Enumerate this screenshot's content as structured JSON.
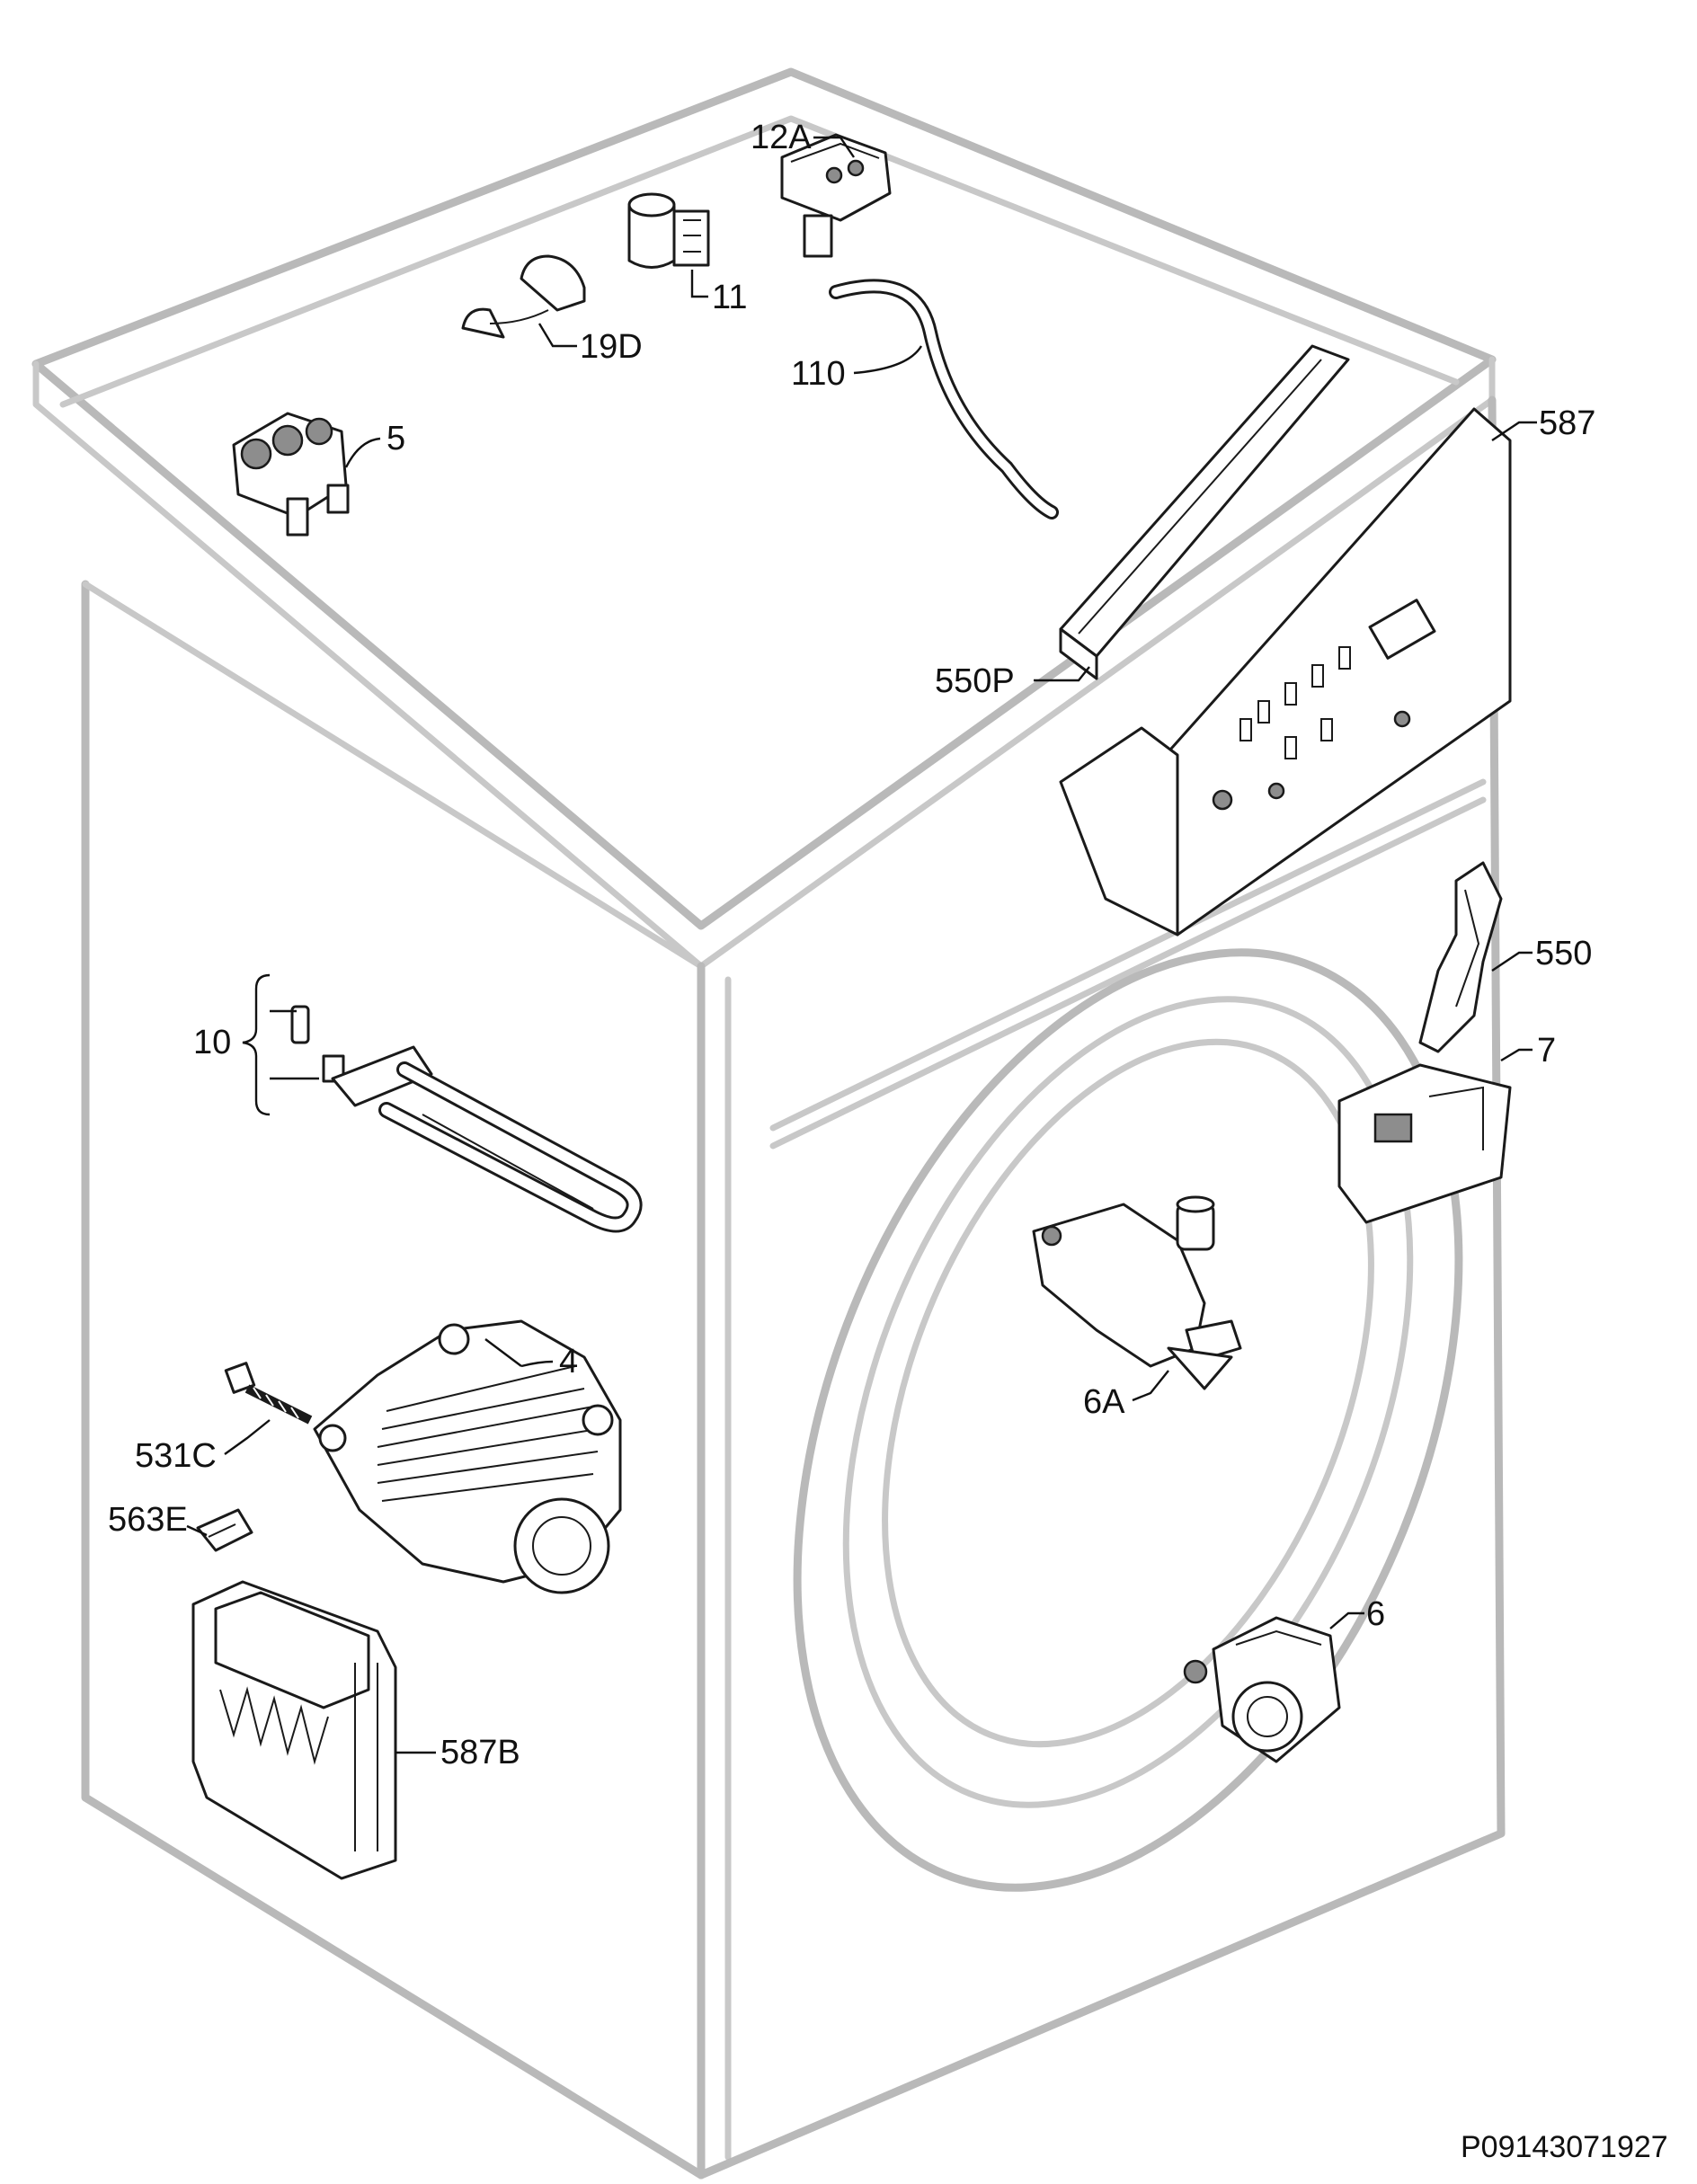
{
  "diagram": {
    "callouts": {
      "c12A": "12A",
      "c11": "11",
      "c19D": "19D",
      "c110": "110",
      "c5": "5",
      "c587": "587",
      "c550P": "550P",
      "c550": "550",
      "c7": "7",
      "c10": "10",
      "c4": "4",
      "c531C": "531C",
      "c563E": "563E",
      "c6A": "6A",
      "c6": "6",
      "c587B": "587B"
    },
    "document_id": "P09143071927"
  }
}
